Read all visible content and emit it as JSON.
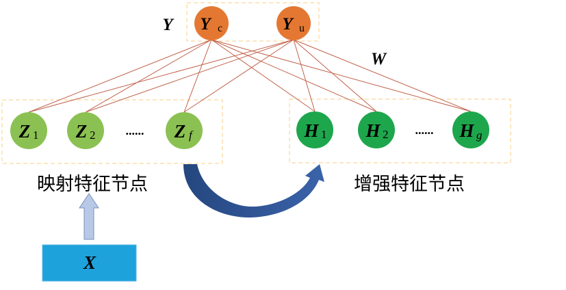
{
  "output_layer": {
    "label": "Y",
    "nodes": [
      {
        "id": "Yc",
        "symbol": "Y",
        "subscript": "c"
      },
      {
        "id": "Yu",
        "symbol": "Y",
        "subscript": "u"
      }
    ]
  },
  "weight_label": "W",
  "mapped_feature_group": {
    "caption": "映射特征节点",
    "ellipsis": "......",
    "nodes": [
      {
        "id": "Z1",
        "symbol": "Z",
        "subscript": "1"
      },
      {
        "id": "Z2",
        "symbol": "Z",
        "subscript": "2"
      },
      {
        "id": "Zf",
        "symbol": "Z",
        "subscript": "f"
      }
    ]
  },
  "enhanced_feature_group": {
    "caption": "增强特征节点",
    "ellipsis": "......",
    "nodes": [
      {
        "id": "H1",
        "symbol": "H",
        "subscript": "1"
      },
      {
        "id": "H2",
        "symbol": "H",
        "subscript": "2"
      },
      {
        "id": "Hg",
        "symbol": "H",
        "subscript": "g"
      }
    ]
  },
  "input": {
    "label": "X"
  },
  "colors": {
    "output_node": "#e47832",
    "mapped_node": "#8bc152",
    "enhanced_node": "#1ea64d",
    "edge": "#c0614a",
    "group_border": "#f9d79b",
    "input_box": "#1ea2dc",
    "input_arrow_fill": "#b7c9e6",
    "input_arrow_stroke": "#7a8fb8",
    "curved_arrow": "#2e5597"
  }
}
